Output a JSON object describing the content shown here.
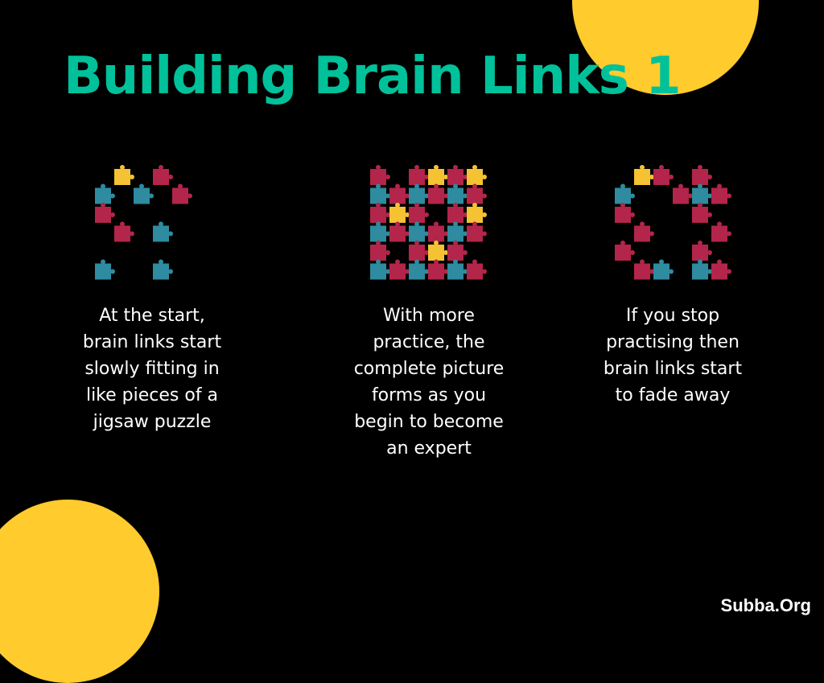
{
  "title": "Building Brain Links 1",
  "colors": {
    "background": "#000000",
    "title": "#00c19a",
    "accent_circle": "#ffcb2d",
    "piece_magenta": "#b3254a",
    "piece_teal": "#2e8ba0",
    "piece_yellow": "#f4c233"
  },
  "stages": [
    {
      "caption": "At the start,\nbrain links start\nslowly fitting in\nlike pieces of a\njigsaw puzzle",
      "pieces": [
        {
          "r": 0,
          "c": 1,
          "color": "yellow"
        },
        {
          "r": 0,
          "c": 3,
          "color": "magenta"
        },
        {
          "r": 1,
          "c": 0,
          "color": "teal"
        },
        {
          "r": 1,
          "c": 2,
          "color": "teal"
        },
        {
          "r": 1,
          "c": 4,
          "color": "magenta"
        },
        {
          "r": 2,
          "c": 0,
          "color": "magenta"
        },
        {
          "r": 3,
          "c": 1,
          "color": "magenta"
        },
        {
          "r": 3,
          "c": 3,
          "color": "teal"
        },
        {
          "r": 5,
          "c": 0,
          "color": "teal"
        },
        {
          "r": 5,
          "c": 3,
          "color": "teal"
        }
      ]
    },
    {
      "caption": "With more\npractice, the\ncomplete picture\nforms as you\nbegin to become\nan expert",
      "pieces": [
        {
          "r": 0,
          "c": 0,
          "color": "magenta"
        },
        {
          "r": 0,
          "c": 2,
          "color": "magenta"
        },
        {
          "r": 0,
          "c": 3,
          "color": "yellow"
        },
        {
          "r": 0,
          "c": 4,
          "color": "magenta"
        },
        {
          "r": 0,
          "c": 5,
          "color": "yellow"
        },
        {
          "r": 1,
          "c": 0,
          "color": "teal"
        },
        {
          "r": 1,
          "c": 1,
          "color": "magenta"
        },
        {
          "r": 1,
          "c": 2,
          "color": "teal"
        },
        {
          "r": 1,
          "c": 3,
          "color": "magenta"
        },
        {
          "r": 1,
          "c": 4,
          "color": "teal"
        },
        {
          "r": 1,
          "c": 5,
          "color": "magenta"
        },
        {
          "r": 2,
          "c": 0,
          "color": "magenta"
        },
        {
          "r": 2,
          "c": 1,
          "color": "yellow"
        },
        {
          "r": 2,
          "c": 2,
          "color": "magenta"
        },
        {
          "r": 2,
          "c": 4,
          "color": "magenta"
        },
        {
          "r": 2,
          "c": 5,
          "color": "yellow"
        },
        {
          "r": 3,
          "c": 0,
          "color": "teal"
        },
        {
          "r": 3,
          "c": 1,
          "color": "magenta"
        },
        {
          "r": 3,
          "c": 2,
          "color": "teal"
        },
        {
          "r": 3,
          "c": 3,
          "color": "magenta"
        },
        {
          "r": 3,
          "c": 4,
          "color": "teal"
        },
        {
          "r": 3,
          "c": 5,
          "color": "magenta"
        },
        {
          "r": 4,
          "c": 0,
          "color": "magenta"
        },
        {
          "r": 4,
          "c": 2,
          "color": "magenta"
        },
        {
          "r": 4,
          "c": 3,
          "color": "yellow"
        },
        {
          "r": 4,
          "c": 4,
          "color": "magenta"
        },
        {
          "r": 5,
          "c": 0,
          "color": "teal"
        },
        {
          "r": 5,
          "c": 1,
          "color": "magenta"
        },
        {
          "r": 5,
          "c": 2,
          "color": "teal"
        },
        {
          "r": 5,
          "c": 3,
          "color": "magenta"
        },
        {
          "r": 5,
          "c": 4,
          "color": "teal"
        },
        {
          "r": 5,
          "c": 5,
          "color": "magenta"
        }
      ]
    },
    {
      "caption": "If you stop\npractising then\nbrain links start\nto fade away",
      "pieces": [
        {
          "r": 0,
          "c": 1,
          "color": "yellow"
        },
        {
          "r": 0,
          "c": 2,
          "color": "magenta"
        },
        {
          "r": 0,
          "c": 4,
          "color": "magenta"
        },
        {
          "r": 1,
          "c": 0,
          "color": "teal"
        },
        {
          "r": 1,
          "c": 3,
          "color": "magenta"
        },
        {
          "r": 1,
          "c": 4,
          "color": "teal"
        },
        {
          "r": 1,
          "c": 5,
          "color": "magenta"
        },
        {
          "r": 2,
          "c": 0,
          "color": "magenta"
        },
        {
          "r": 2,
          "c": 4,
          "color": "magenta"
        },
        {
          "r": 3,
          "c": 1,
          "color": "magenta"
        },
        {
          "r": 3,
          "c": 5,
          "color": "magenta"
        },
        {
          "r": 4,
          "c": 0,
          "color": "magenta"
        },
        {
          "r": 4,
          "c": 4,
          "color": "magenta"
        },
        {
          "r": 5,
          "c": 1,
          "color": "magenta"
        },
        {
          "r": 5,
          "c": 2,
          "color": "teal"
        },
        {
          "r": 5,
          "c": 4,
          "color": "teal"
        },
        {
          "r": 5,
          "c": 5,
          "color": "magenta"
        }
      ]
    }
  ],
  "footer": "Subba.Org"
}
